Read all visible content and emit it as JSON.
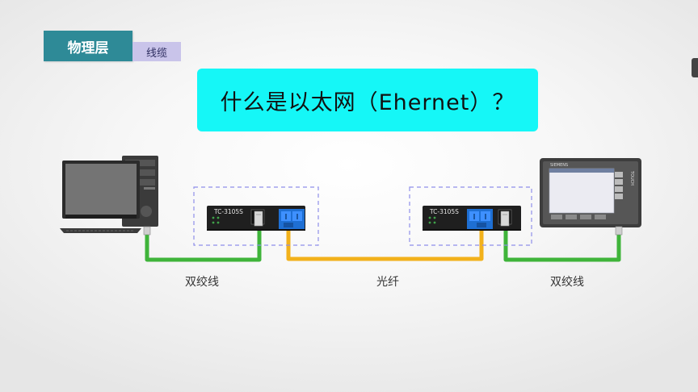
{
  "header": {
    "category": "物理层",
    "subcategory": "线缆"
  },
  "title": "什么是以太网（Ehernet）？",
  "devices": {
    "converter_left_model": "TC-3105S",
    "converter_right_model": "TC-3105S",
    "hmi_brand": "SIEMENS",
    "hmi_side_label": "TOUCH"
  },
  "labels": {
    "cable_left": "双绞线",
    "cable_middle": "光纤",
    "cable_right": "双绞线"
  },
  "colors": {
    "twisted_pair": "#3fb43a",
    "fiber": "#f2b11b",
    "title_bg": "#15f7f7",
    "category_bg": "#2e8a97",
    "subcategory_bg": "#c9c4ea"
  }
}
